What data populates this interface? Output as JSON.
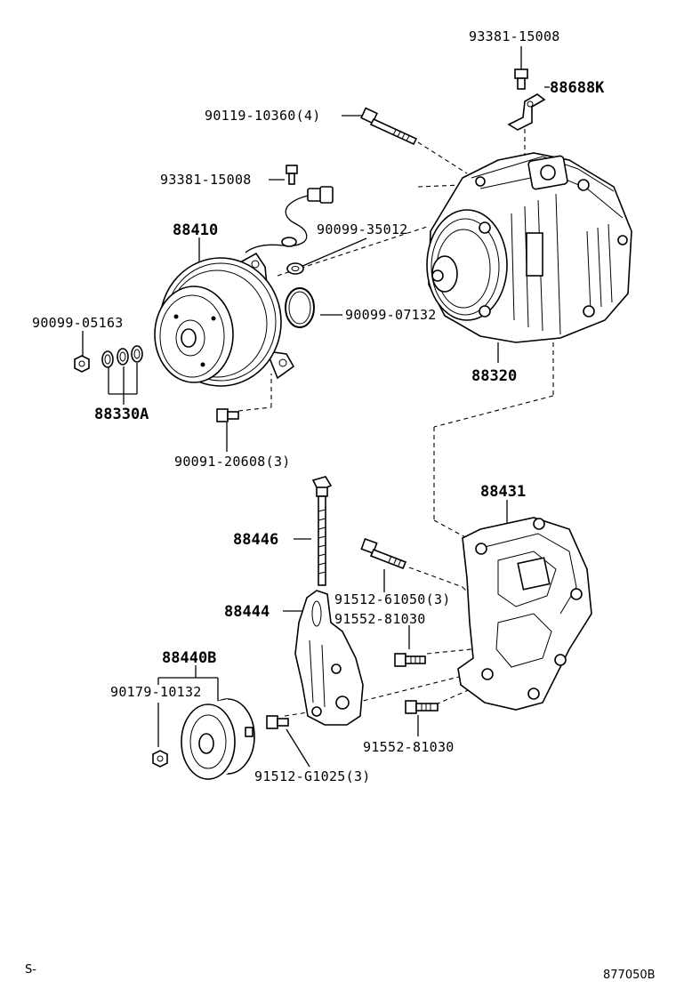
{
  "labels": {
    "p93381_top": "93381-15008",
    "p88688K": "88688K",
    "p90119": "90119-10360(4)",
    "p93381_mid": "93381-15008",
    "p88410": "88410",
    "p90099_35012": "90099-35012",
    "p90099_07132": "90099-07132",
    "p90099_05163": "90099-05163",
    "p88320": "88320",
    "p88330A": "88330A",
    "p90091": "90091-20608(3)",
    "p88431": "88431",
    "p88446": "88446",
    "p91512_61050": "91512-61050(3)",
    "p88444": "88444",
    "p91552_a": "91552-81030",
    "p88440B": "88440B",
    "p90179": "90179-10132",
    "p91552_b": "91552-81030",
    "p91512_G1025": "91512-G1025(3)"
  },
  "footer": {
    "left_code": "S-",
    "diagram_id": "877050B"
  }
}
